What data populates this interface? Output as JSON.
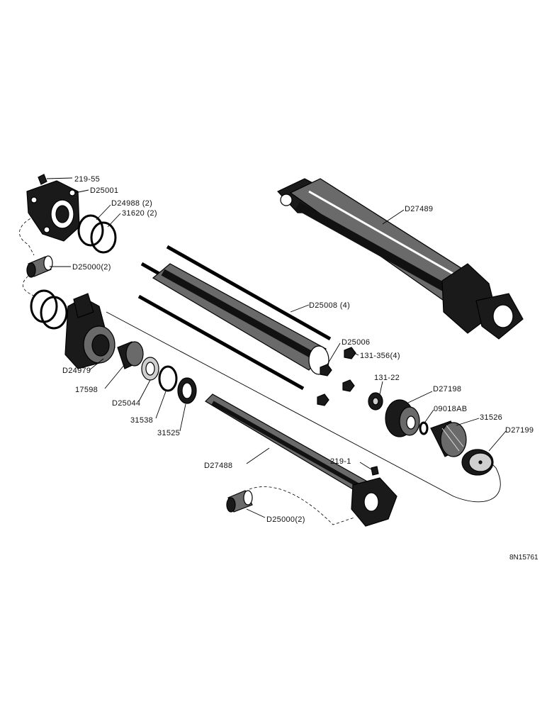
{
  "labels": {
    "p219_55": "219-55",
    "d25001": "D25001",
    "d24988": "D24988 (2)",
    "p31620": "31620 (2)",
    "d25000_top": "D25000(2)",
    "d27489": "D27489",
    "d25008": "D25008 (4)",
    "d25006": "D25006",
    "p131_356": "131-356(4)",
    "d24979": "D24979",
    "p17598": "17598",
    "d25044": "D25044",
    "p31538": "31538",
    "p31525": "31525",
    "p131_22": "131-22",
    "d27198": "D27198",
    "p09018ab": "09018AB",
    "p31526": "31526",
    "d27199": "D27199",
    "p219_1": "219-1",
    "d27488": "D27488",
    "d25000_bottom": "D25000(2)"
  },
  "reference": "8N15761"
}
